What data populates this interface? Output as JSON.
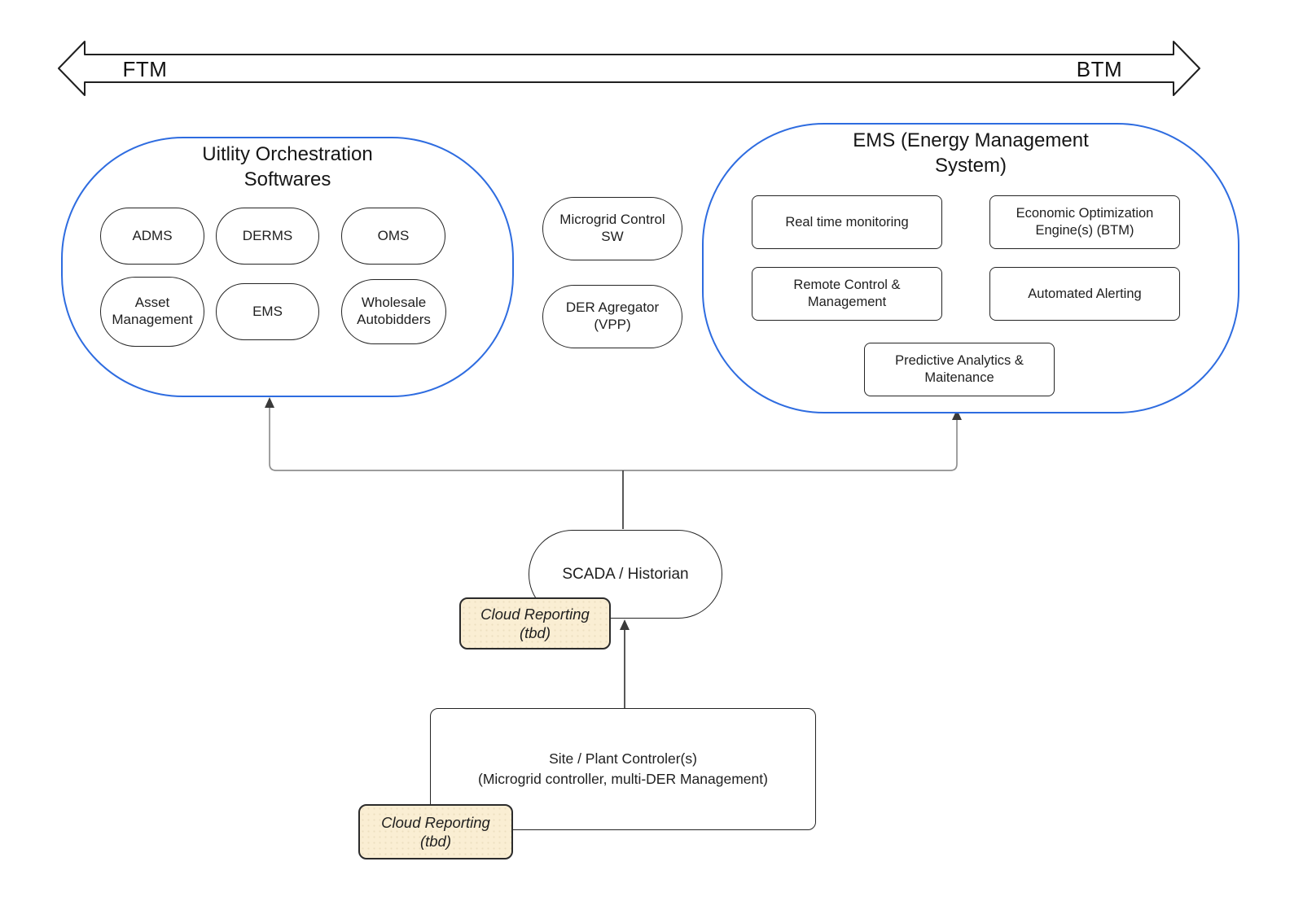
{
  "axis": {
    "left": "FTM",
    "right": "BTM"
  },
  "utility": {
    "title": "Uitlity Orchestration Softwares",
    "items": [
      "ADMS",
      "DERMS",
      "OMS",
      "Asset Management",
      "EMS",
      "Wholesale Autobidders"
    ]
  },
  "middle": {
    "items": [
      "Microgrid Control SW",
      "DER Agregator (VPP)"
    ]
  },
  "ems": {
    "title": "EMS (Energy Management System)",
    "items": [
      "Real time monitoring",
      "Economic Optimization Engine(s) (BTM)",
      "Remote Control & Management",
      "Automated Alerting",
      "Predictive Analytics & Maitenance"
    ]
  },
  "scada": {
    "label": "SCADA / Historian"
  },
  "site_controller": {
    "line1": "Site / Plant Controler(s)",
    "line2": "(Microgrid controller, multi-DER Management)"
  },
  "cloud_reporting": {
    "line1": "Cloud Reporting",
    "line2": "(tbd)"
  },
  "colors": {
    "container_border": "#2e6ce0",
    "note_fill": "#faeed3",
    "note_border": "#2b2b2b",
    "shape_border": "#242424",
    "connector": "#8f8f8f",
    "arrowhead": "#3a3a3a"
  }
}
